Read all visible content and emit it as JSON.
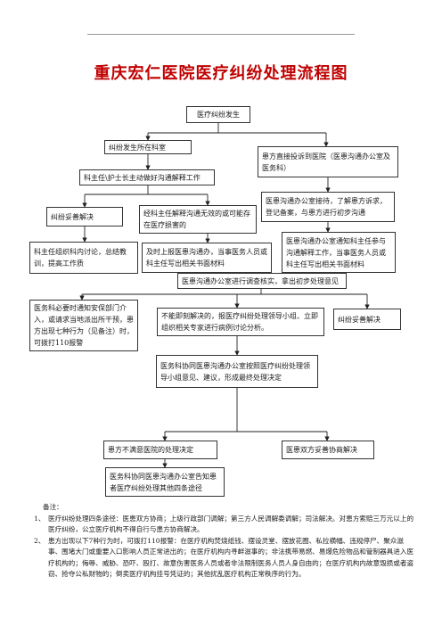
{
  "title": "重庆宏仁医院医疗纠纷处理流程图",
  "nodes": {
    "start": "医疗纠纷发生",
    "in_dept": "纠纷发生所在科室",
    "complaint_hospital": "患方直接投诉到医院（医患沟通办公室及医务科）",
    "director_explain": "科主任\\护士长主动做好沟通解释工作",
    "comm_office_receive": "医患沟通办公室接待，了解患方诉求，登记备案，与患方进行初步沟通",
    "dispute_resolved": "纠纷妥善解决",
    "explain_failed": "经科主任解释沟通无效的或可能存在医疗损害的",
    "comm_notify": "医患沟通办公室通知科主任参与沟通解释工作，当事医务人员或科主任写出相关书面材料",
    "dept_discuss": "科主任组织科内讨论，总结教训，提高工作质",
    "timely_report": "及时上报医患沟通办，当事医务人员或科主任写出相关书面材料",
    "investigate": "医患沟通办公室进行调查核实，拿出初步处理意见",
    "security": "医务科必要时通知安保部门介入，或请求当地派出所干预，患方出现七种行为（见备注）时，可拨打110报警",
    "leading_group": "不能即刻解决的，报医疗纠纷处理领导小组、立即组织相关专家进行病例讨论分析。",
    "dispute_resolved_2": "纠纷妥善解决",
    "final_opinion": "医务科协同医患沟通办公室按照医疗纠纷处理领导小组意见、建议，形成最终处理决定",
    "patient_unsatisfied": "患方不满意医院的处理决定",
    "both_resolved": "医患双方妥善协商解决",
    "inform_channels": "医务科协同医患沟通办公室告知患者医疗纠纷处理其他四条途径"
  },
  "notes": {
    "label": "备注：",
    "items": [
      {
        "num": "1、",
        "text": "医疗纠纷处理四条途径：医患双方协商；上级行政部门调解；第三方人民调解委调解；司法解决。对患方索赔三万元以上的医疗纠纷，公立医疗机构不得自行与患方协商解决。"
      },
      {
        "num": "2、",
        "text": "患方出现以下7种行为时，可拨打110报警：在医疗机构焚烧纸钱、摆设灵堂、摆放花圈、私拉横幅、违规停尸、聚众滋事、围堵大门或重要入口影响人员正常进出的；在医疗机构内寻衅滋事的；非法携带易燃、易爆危险物品和管制器具进入医疗机构的；侮辱、威胁、恐吓、殴打、故意伤害医务人员或者非法限制医务人员人身自由的；在医疗机构内故意毁损或者盗窃、抢夺公私财物的；倒卖医疗机构挂号凭证的；其他扰乱医疗机构正常秩序的行为。"
      }
    ]
  }
}
